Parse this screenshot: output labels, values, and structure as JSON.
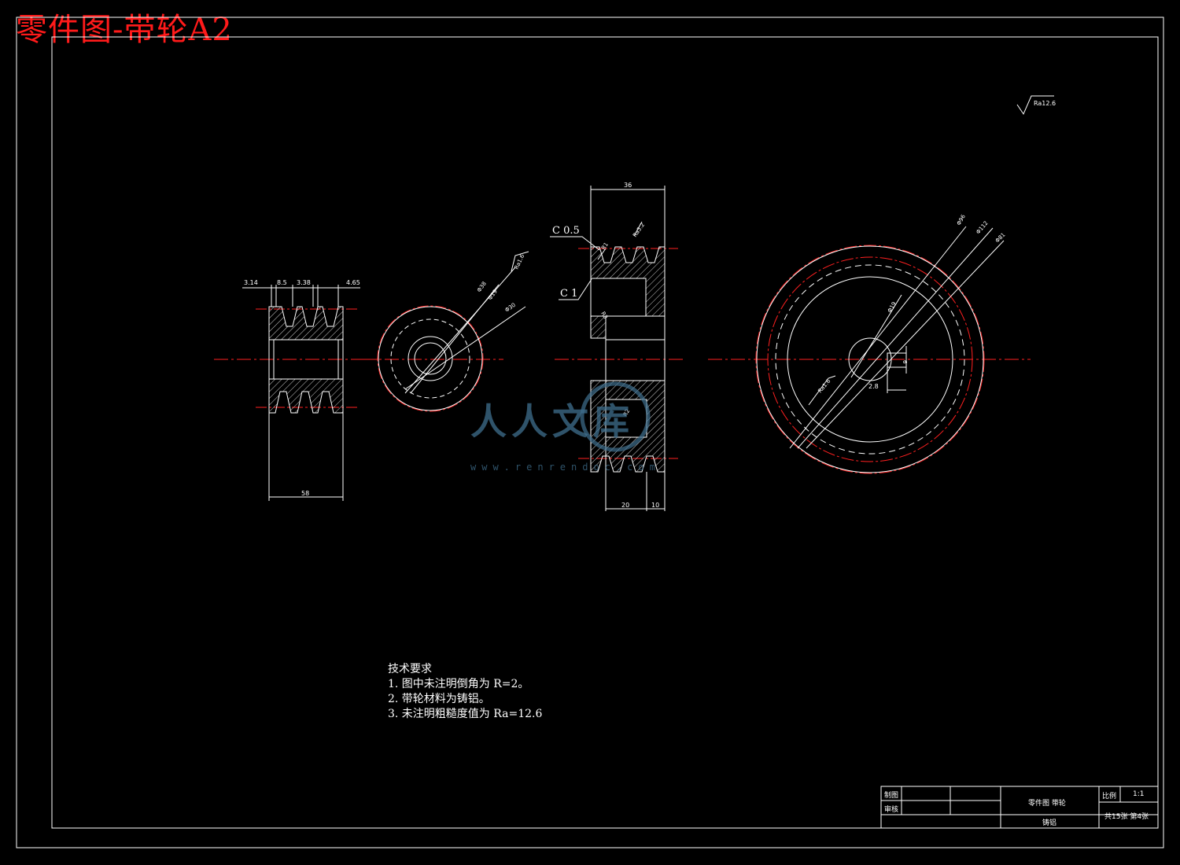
{
  "sheet_title": "零件图-带轮A2",
  "roughness_symbol": "Ra12.6",
  "dimensions": {
    "left_view": {
      "d1": "3.14",
      "d2": "8.5",
      "d3": "3.38",
      "d4": "4.65",
      "width": "58"
    },
    "small_hub": {
      "phi": "Φ38",
      "phi19": "Φ19",
      "phi30": "Φ30",
      "ra": "Ra1.6"
    },
    "section": {
      "top": "36",
      "chamfer_small": "C 0.5",
      "chamfer": "C 1",
      "ra32": "Ra3.2",
      "r1": "R1",
      "r2": "R2",
      "r3": "R3",
      "b20": "20",
      "b10": "10"
    },
    "large": {
      "phi96": "Φ96",
      "phi112": "Φ112",
      "phi81": "Φ81",
      "phi19": "Φ19",
      "ra16": "Ra1.6",
      "key_h": "6",
      "key_w": "2.8"
    }
  },
  "tech_requirements": {
    "heading": "技术要求",
    "items": [
      "1.  图中未注明倒角为 R=2。",
      "2.  带轮材料为铸铝。",
      "3.  未注明粗糙度值为 Ra=12.6"
    ]
  },
  "title_block": {
    "drawn_label": "制图",
    "checked_label": "审核",
    "part_name": "零件图  带轮",
    "material": "铸铝",
    "scale_label": "比例",
    "scale_value": "1:1",
    "sheets": "共15张   第4张"
  },
  "watermark": {
    "text": "人人文库",
    "url": "www.renrendoc.com"
  },
  "colors": {
    "line": "#ffffff",
    "center": "#ff2020",
    "title": "#ff1a1a",
    "watermark": "#3f6f8e"
  }
}
